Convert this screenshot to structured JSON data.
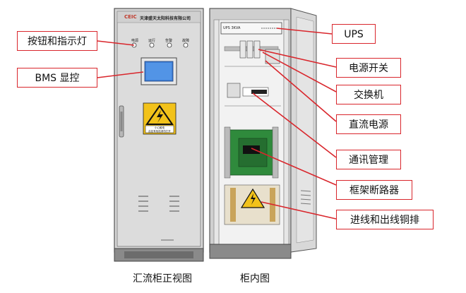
{
  "front_cabinet": {
    "brand_logo": "CEIC",
    "company": "天津盛天太阳科技有限公司",
    "indicators": [
      "电源",
      "运行",
      "告警",
      "故障"
    ],
    "warning_sign_text": "小心触电\n此处有危险请勿打开"
  },
  "inner_cabinet": {
    "ups_panel_text": "UPS 3KVA"
  },
  "left_labels": {
    "buttons": "按钮和指示灯",
    "bms": "BMS 显控"
  },
  "right_labels": {
    "ups": "UPS",
    "power_switch": "电源开关",
    "network_switch": "交换机",
    "dc_power": "直流电源",
    "comm_mgmt": "通讯管理",
    "frame_breaker": "框架断路器",
    "copper_bars": "进线和出线铜排"
  },
  "captions": {
    "front_view": "汇流柜正视图",
    "interior_view": "柜内图"
  },
  "colors": {
    "callout": "#d9262c",
    "cabinet": "#d4d4d4",
    "screen": "#3f7fd6",
    "breaker": "#2f8a3c",
    "warning": "#f2c21a"
  }
}
